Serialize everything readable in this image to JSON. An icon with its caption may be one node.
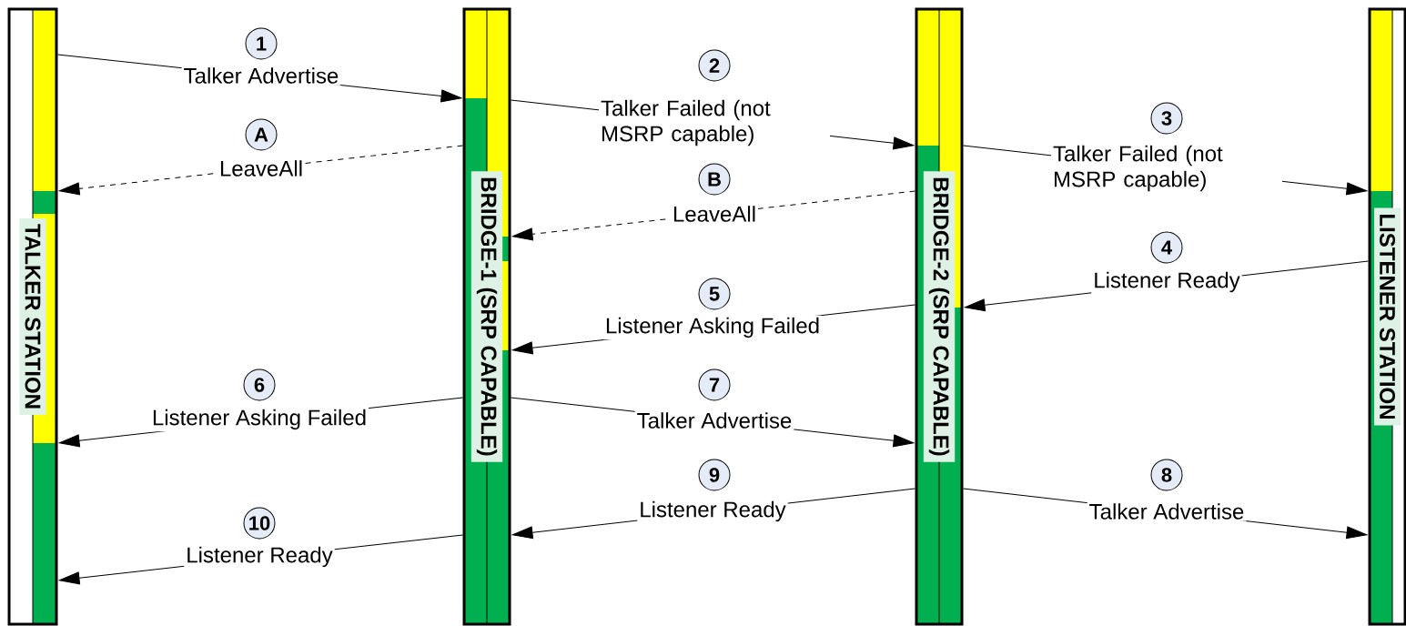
{
  "diagram": {
    "nodes": [
      {
        "text": [
          "TALKER STATION"
        ]
      },
      {
        "text": [
          "BRIDGE-1 (SRP CAPABLE)"
        ]
      },
      {
        "text": [
          "BRIDGE-2 (SRP CAPABLE)"
        ]
      },
      {
        "text": [
          "LISTENER STATION"
        ]
      },
      {
        "text": [
          "1"
        ]
      },
      {
        "text": [
          "2"
        ]
      },
      {
        "text": [
          "3"
        ]
      },
      {
        "text": [
          "A"
        ]
      },
      {
        "text": [
          "B"
        ]
      },
      {
        "text": [
          "4"
        ]
      },
      {
        "text": [
          "5"
        ]
      },
      {
        "text": [
          "6"
        ]
      },
      {
        "text": [
          "7"
        ]
      },
      {
        "text": [
          "9"
        ]
      },
      {
        "text": [
          "8"
        ]
      },
      {
        "text": [
          "10"
        ]
      }
    ],
    "edges": [
      {
        "from": 0,
        "to": 1,
        "arrow": "to",
        "label": "Talker Advertise"
      },
      {
        "from": 1,
        "to": 0,
        "arrow": "to",
        "label": "LeaveAll",
        "style": "dashed"
      },
      {
        "from": 1,
        "to": 2,
        "arrow": "to",
        "label": "Talker Failed (not MSRP capable)"
      },
      {
        "from": 2,
        "to": 1,
        "arrow": "to",
        "label": "LeaveAll",
        "style": "dashed"
      },
      {
        "from": 2,
        "to": 3,
        "arrow": "to",
        "label": "Talker Failed (not MSRP capable)"
      },
      {
        "from": 3,
        "to": 2,
        "arrow": "to",
        "label": "Listener Ready"
      },
      {
        "from": 2,
        "to": 1,
        "arrow": "to",
        "label": "Listener Asking Failed"
      },
      {
        "from": 1,
        "to": 0,
        "arrow": "to",
        "label": "Listener Asking Failed"
      },
      {
        "from": 1,
        "to": 2,
        "arrow": "to",
        "label": "Talker Advertise"
      },
      {
        "from": 2,
        "to": 1,
        "arrow": "to",
        "label": "Listener Ready"
      },
      {
        "from": 2,
        "to": 3,
        "arrow": "to",
        "label": "Talker Advertise"
      },
      {
        "from": 1,
        "to": 0,
        "arrow": "to",
        "label": "Listener Ready"
      }
    ]
  }
}
